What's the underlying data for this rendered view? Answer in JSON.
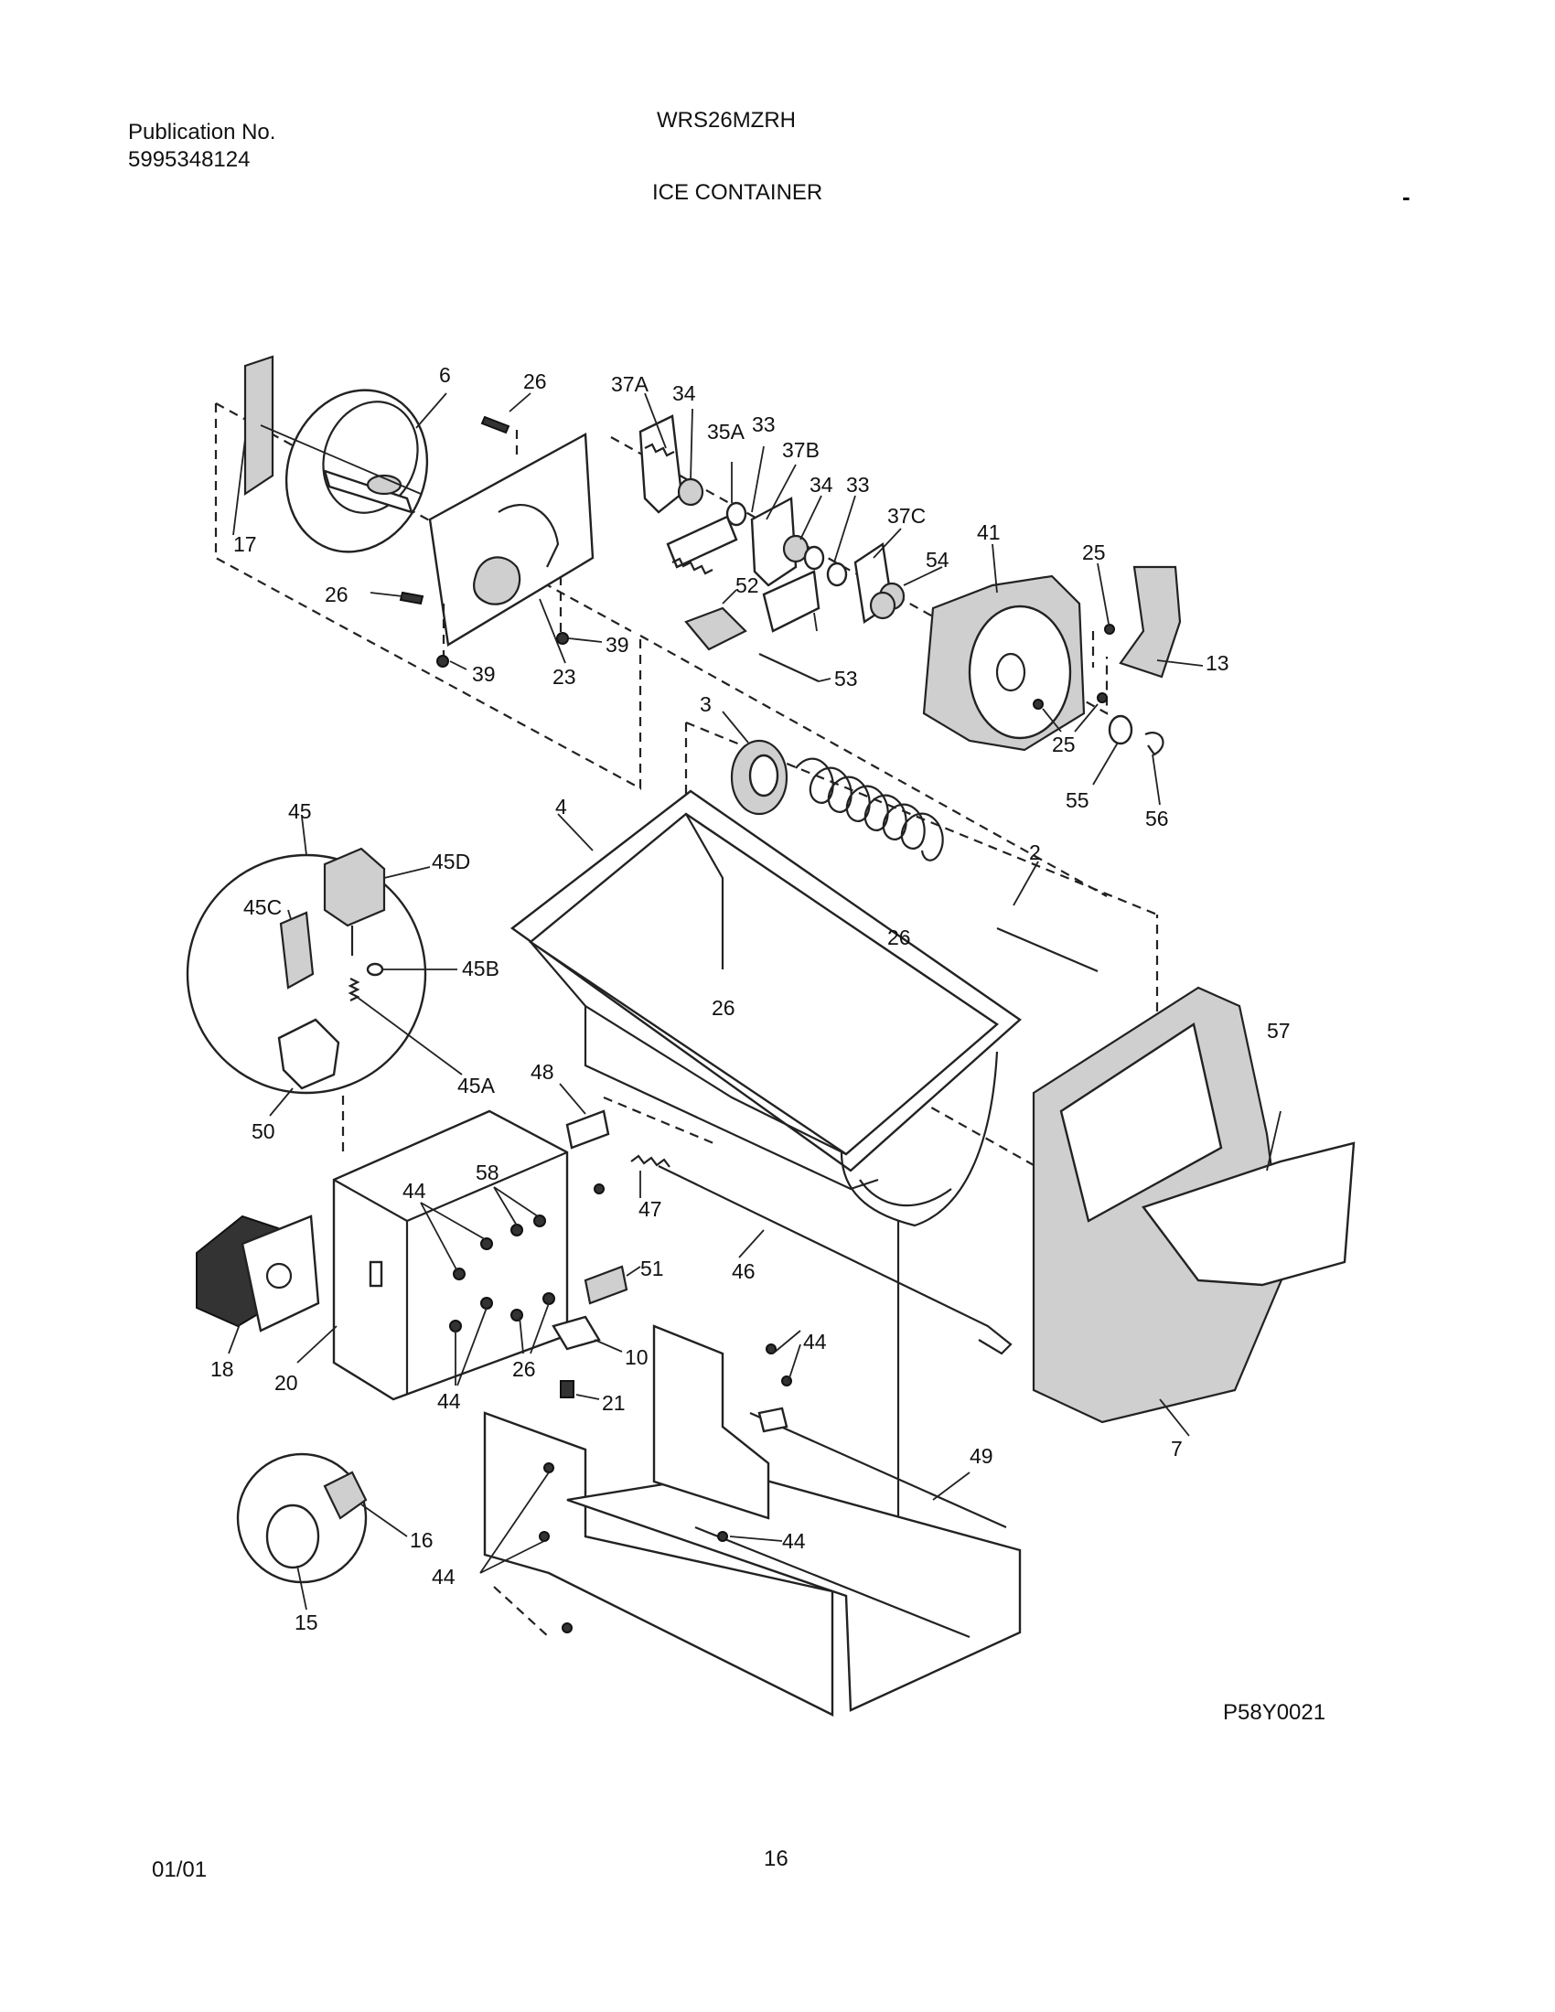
{
  "header": {
    "publication_label": "Publication No.",
    "publication_number": "5995348124",
    "model": "WRS26MZRH",
    "section_title": "ICE CONTAINER",
    "marker": "-"
  },
  "footer": {
    "diagram_code": "P58Y0021",
    "date": "01/01",
    "page_number": "16"
  },
  "callouts": [
    "6",
    "26",
    "37A",
    "34",
    "35A",
    "33",
    "37B",
    "34",
    "33",
    "37C",
    "54",
    "41",
    "25",
    "17",
    "26",
    "23",
    "39",
    "39",
    "52",
    "53",
    "13",
    "25",
    "3",
    "55",
    "56",
    "4",
    "2",
    "45",
    "45D",
    "45C",
    "45B",
    "45A",
    "50",
    "26",
    "26",
    "57",
    "48",
    "47",
    "58",
    "44",
    "51",
    "46",
    "18",
    "20",
    "10",
    "26",
    "44",
    "21",
    "44",
    "49",
    "7",
    "16",
    "44",
    "15",
    "44"
  ]
}
